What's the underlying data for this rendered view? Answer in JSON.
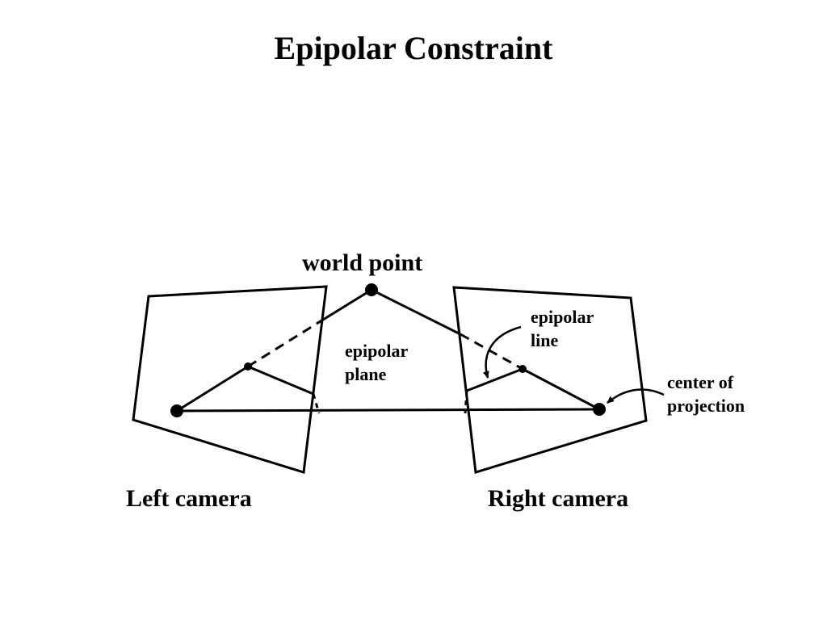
{
  "title": "Epipolar Constraint",
  "labels": {
    "world_point": "world point",
    "epipolar_plane": "epipolar\nplane",
    "epipolar_line": "epipolar\nline",
    "center_of_projection": "center of\nprojection",
    "left_camera": "Left camera",
    "right_camera": "Right camera"
  }
}
